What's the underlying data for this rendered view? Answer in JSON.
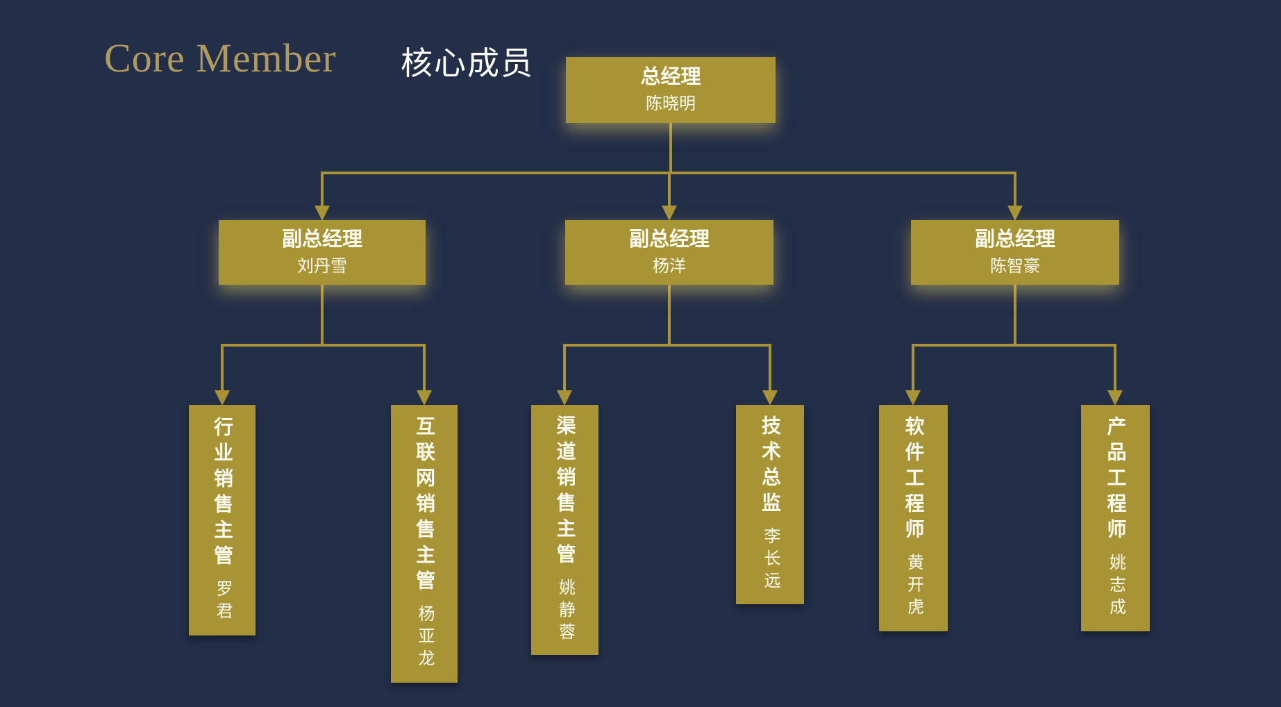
{
  "page": {
    "title_en": "Core Member",
    "title_zh": "核心成员"
  },
  "colors": {
    "background": "#232e48",
    "box_gold": "#a89434",
    "connector_gold": "#a89434",
    "title_en_gold": "#b19a5e",
    "text_white": "#fdfcf2"
  },
  "org_chart": {
    "root": {
      "title": "总经理",
      "name": "陈晓明"
    },
    "level2": [
      {
        "title": "副总经理",
        "name": "刘丹雪"
      },
      {
        "title": "副总经理",
        "name": "杨洋"
      },
      {
        "title": "副总经理",
        "name": "陈智豪"
      }
    ],
    "level3": [
      {
        "title": "行业销售主管",
        "name": "罗君"
      },
      {
        "title": "互联网销售主管",
        "name": "杨亚龙"
      },
      {
        "title": "渠道销售主管",
        "name": "姚静蓉"
      },
      {
        "title": "技术总监",
        "name": "李长远"
      },
      {
        "title": "软件工程师",
        "name": "黄开虎"
      },
      {
        "title": "产品工程师",
        "name": "姚志成"
      }
    ]
  }
}
